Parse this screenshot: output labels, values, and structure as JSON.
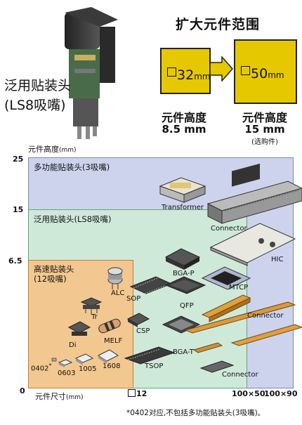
{
  "header": {
    "title": "扩大元件范围",
    "box_small": {
      "size_value": "32",
      "size_unit": "mm"
    },
    "box_large": {
      "size_value": "50",
      "size_unit": "mm"
    },
    "label_small": "元件高度",
    "value_small": "8.5 mm",
    "label_large": "元件高度",
    "value_large": "15 mm",
    "optional_note": "(选购件)",
    "head_name_line1": "泛用贴装头",
    "head_name_line2": "(LS8吸嘴)"
  },
  "chart": {
    "y_axis_title": "元件高度",
    "y_axis_unit": "(mm)",
    "y_ticks": [
      "25",
      "15",
      "6.5"
    ],
    "origin_label": "0",
    "x_axis_title": "元件尺寸",
    "x_axis_unit": "(mm)",
    "x_ticks": [
      "12",
      "100×50",
      "100×90"
    ],
    "regions": {
      "multi": "多功能贴装头(3吸嘴)",
      "general": "泛用贴装头(LS8吸嘴)",
      "highspeed_line1": "高速贴装头",
      "highspeed_line2": "(12吸嘴)"
    },
    "components": {
      "transformer": "Transformer",
      "connector_top": "Connector",
      "hic": "HIC",
      "bga_p": "BGA-P",
      "mtcp": "MTCP",
      "alc": "ALC",
      "sop": "SOP",
      "qfp": "QFP",
      "connector_mid": "Connector",
      "tr": "Tr",
      "csp": "CSP",
      "di": "Di",
      "melf": "MELF",
      "bga_t": "BGA-T",
      "tsop": "TSOP",
      "connector_bottom": "Connector",
      "c0402": "0402",
      "c0402_mark": "*",
      "c0603": "0603",
      "c1005": "1005",
      "c1608": "1608"
    },
    "footnote": "*0402对应,不包括多功能贴装头(3吸嘴)。"
  },
  "colors": {
    "multi_region": "#cdd3ec",
    "general_region": "#cfe9d9",
    "highspeed_region": "#f2c890",
    "yellow_box": "#e6c800"
  }
}
